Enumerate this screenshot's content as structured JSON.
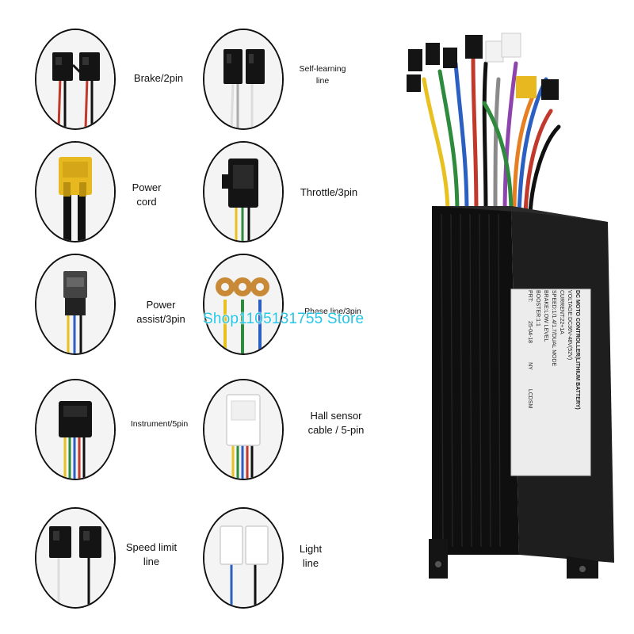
{
  "connectors": [
    {
      "key": "brake",
      "label": "Brake/2pin",
      "icon": "brake-connector-icon"
    },
    {
      "key": "self_learning",
      "label": "Self-learning\nline",
      "icon": "self-learning-connector-icon"
    },
    {
      "key": "power_cord",
      "label": "Power\ncord",
      "icon": "power-cord-connector-icon"
    },
    {
      "key": "throttle",
      "label": "Throttle/3pin",
      "icon": "throttle-connector-icon"
    },
    {
      "key": "power_assist",
      "label": "Power\nassist/3pin",
      "icon": "power-assist-connector-icon"
    },
    {
      "key": "phase_line",
      "label": "Phase line/3pin",
      "icon": "phase-line-terminal-icon"
    },
    {
      "key": "instrument",
      "label": "Instrument/5pin",
      "icon": "instrument-connector-icon"
    },
    {
      "key": "hall_sensor",
      "label": "Hall sensor\ncable / 5-pin",
      "icon": "hall-sensor-connector-icon"
    },
    {
      "key": "speed_limit",
      "label": "Speed limit\nline",
      "icon": "speed-limit-connector-icon"
    },
    {
      "key": "light",
      "label": "Light\nline",
      "icon": "light-connector-icon"
    }
  ],
  "product_label": {
    "line1": "DC MOTO CONTROLLER(LITHIUM BATTERY)",
    "line2": "VOLTAGE:DC36V-48V(52V)",
    "line3": "CURRENT:22+1A",
    "line4": "SPEED:1/1.4/1.7/DUAL MODE",
    "line5": "BRAKE:LOW LEVEL",
    "line6": "BOOSTER:1:1",
    "line7": "PRT:",
    "line8": "25-04-18",
    "line9": "NY",
    "line10": "LCDSM"
  },
  "watermark": "Shop1105131755 Store",
  "colors": {
    "housing": "#1a1a1a",
    "watermark": "#26c6e8",
    "connector_black": "#141414",
    "connector_yellow": "#e8b820"
  }
}
